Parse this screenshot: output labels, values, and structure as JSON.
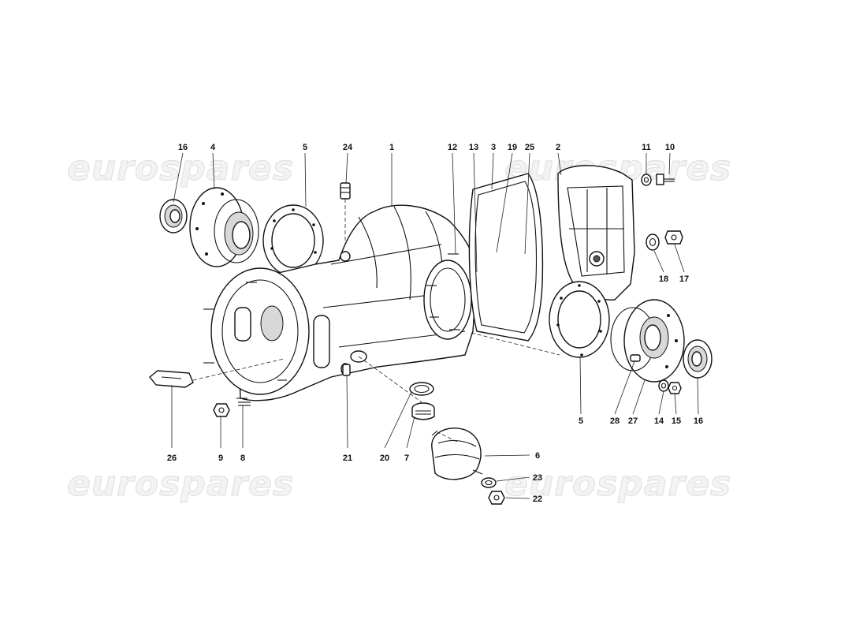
{
  "watermark": {
    "text": "eurospares"
  },
  "callouts": {
    "c1": "1",
    "c2": "2",
    "c3": "3",
    "c4": "4",
    "c5a": "5",
    "c5b": "5",
    "c6": "6",
    "c7": "7",
    "c8": "8",
    "c9": "9",
    "c10": "10",
    "c11": "11",
    "c12": "12",
    "c13": "13",
    "c14": "14",
    "c15": "15",
    "c16a": "16",
    "c16b": "16",
    "c17": "17",
    "c18": "18",
    "c19": "19",
    "c20": "20",
    "c21": "21",
    "c22": "22",
    "c23": "23",
    "c24": "24",
    "c25": "25",
    "c26": "26",
    "c27": "27",
    "c28": "28"
  }
}
